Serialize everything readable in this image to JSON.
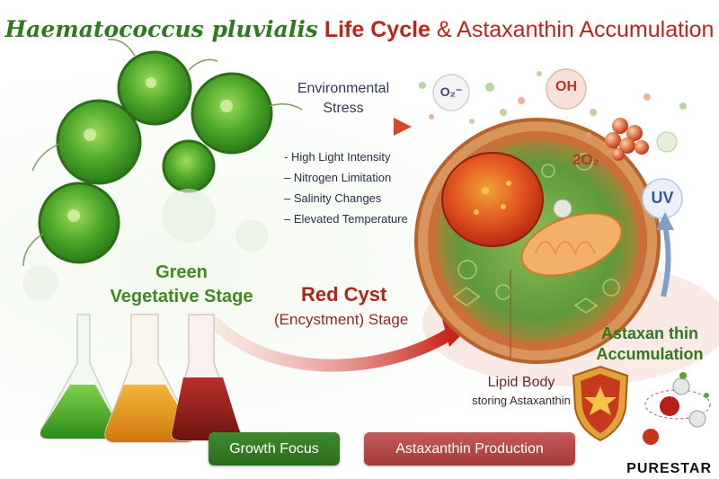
{
  "title": {
    "species": "Haematococcus pluvialis",
    "life_cycle": "Life Cycle",
    "rest": "& Astaxanthin Accumulation"
  },
  "environment": {
    "heading_line1": "Environmental",
    "heading_line2": "Stress",
    "factors": [
      "- High Light Intensity",
      "– Nitrogen Limitation",
      "– Salinity Changes",
      "– Elevated Temperature"
    ]
  },
  "stages": {
    "green_line1": "Green",
    "green_line2": "Vegetative Stage",
    "red_line1": "Red Cyst",
    "red_line2": "(Encystment) Stage"
  },
  "cell": {
    "lipid_label": "Lipid Body",
    "lipid_sub": "storing Astaxanthin"
  },
  "ros": {
    "o2": "O₂⁻",
    "oh": "OH",
    "two_o2": "2O₂",
    "uv": "UV"
  },
  "accumulation": {
    "line1": "Astaxan thin",
    "line2": "Accumulation"
  },
  "buttons": {
    "growth": "Growth Focus",
    "production": "Astaxanthin Production"
  },
  "brand": "PURESTAR",
  "colors": {
    "green": "#3f8a22",
    "red": "#b22318",
    "astaxanthin": "#d64b1c"
  }
}
